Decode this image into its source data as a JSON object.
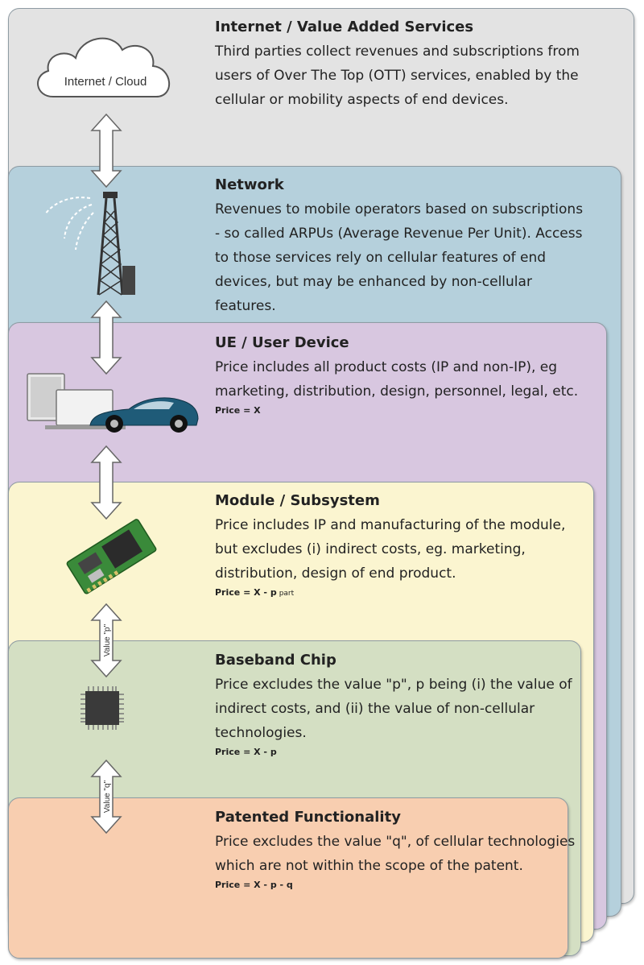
{
  "layers": {
    "internet": {
      "title": "Internet / Value Added Services",
      "description": "Third parties collect revenues and subscriptions from users of Over The Top (OTT) services, enabled by the cellular or mobility aspects of end devices."
    },
    "network": {
      "title": "Network",
      "description": "Revenues to mobile operators based on subscriptions - so called ARPUs (Average Revenue Per Unit). Access to those services rely on cellular features of end devices, but may be enhanced by non-cellular features."
    },
    "ue": {
      "title": "UE / User Device",
      "description": "Price includes all product costs (IP and non-IP), eg marketing, distribution, design, personnel, legal, etc.",
      "price": "Price = X"
    },
    "module": {
      "title": "Module / Subsystem",
      "description": "Price includes IP and manufacturing of the module, but excludes (i) indirect costs, eg. marketing, distribution, design of end product.",
      "price": "Price = X - p",
      "price_suffix": "part"
    },
    "baseband": {
      "title": "Baseband Chip",
      "description": "Price excludes the value \"p\", p being (i) the value of indirect costs, and (ii) the value of non-cellular technologies.",
      "price": "Price = X - p"
    },
    "patent": {
      "title": "Patented Functionality",
      "description": "Price excludes the value \"q\", of cellular technologies which are not within the scope of the patent.",
      "price": "Price = X - p - q"
    }
  },
  "icons": {
    "cloud_label": "Internet / Cloud",
    "arrow_p_label": "Value \"p\"",
    "arrow_q_label": "Value \"q\""
  },
  "colors": {
    "internet": "#e3e3e3",
    "network": "#b5d0dc",
    "ue": "#d8c7e0",
    "module": "#fbf5d0",
    "baseband": "#d4dfc3",
    "patent": "#f8ceb0"
  }
}
